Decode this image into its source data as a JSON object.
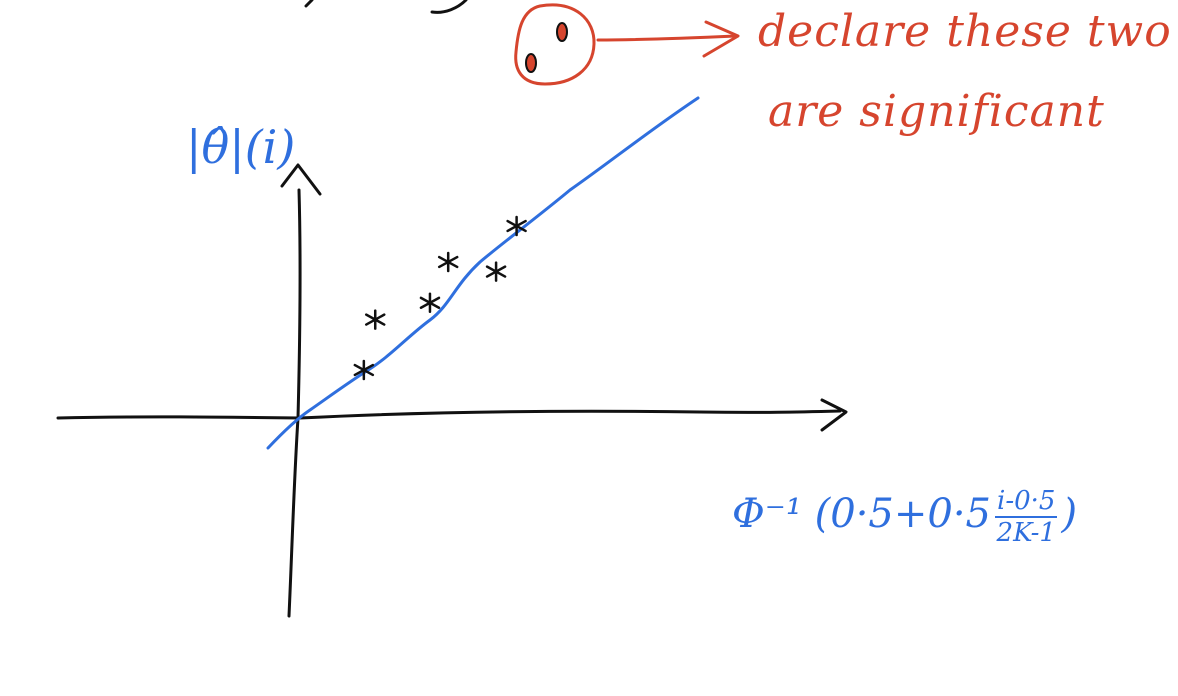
{
  "annotation": {
    "line1": "declare these two",
    "line2": "are significant"
  },
  "y_axis_label": "|θ̂|(i)",
  "x_axis_label": {
    "prefix": "Φ⁻¹ (0·5+0·5",
    "frac_num": "i-0·5",
    "frac_den": "2K-1",
    "suffix": ")"
  },
  "colors": {
    "ink": "#111111",
    "fit_line": "#2f6fde",
    "annotation": "#d6452e"
  },
  "chart_data": {
    "type": "scatter",
    "title": "",
    "xlabel": "Φ⁻¹ (0·5+0·5 (i-0·5)/(2K-1))",
    "ylabel": "|θ̂|(i)",
    "series": [
      {
        "type": "scatter",
        "marker": "asterisk",
        "x": [
          0.28,
          0.33,
          0.57,
          0.65,
          0.86,
          0.95
        ],
        "y": [
          0.2,
          0.41,
          0.48,
          0.65,
          0.61,
          0.8
        ]
      },
      {
        "type": "line",
        "x": [
          -0.1,
          0.4,
          0.9,
          1.3,
          1.6
        ],
        "y": [
          -0.1,
          0.24,
          0.64,
          1.0,
          1.27
        ]
      }
    ],
    "highlighted_points": {
      "count": 2,
      "color": "#d6452e",
      "note": "declare these two are significant"
    },
    "grid": false
  }
}
